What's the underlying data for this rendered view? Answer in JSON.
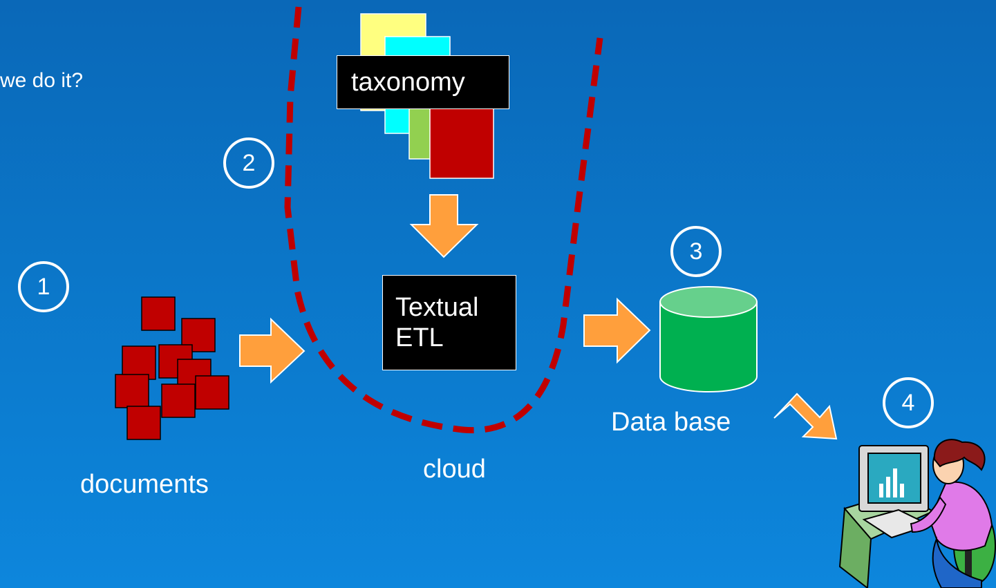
{
  "question": "we do it?",
  "taxonomy_label": "taxonomy",
  "etl_line1": "Textual",
  "etl_line2": "ETL",
  "documents_label": "documents",
  "cloud_label": "cloud",
  "database_label": "Data base",
  "steps": [
    "1",
    "2",
    "3",
    "4"
  ],
  "colors": {
    "background": "#0b74c6",
    "document": "#c00000",
    "arrow": "#ff9f3c",
    "database": "#00b050",
    "cloud_boundary": "#c00000"
  }
}
